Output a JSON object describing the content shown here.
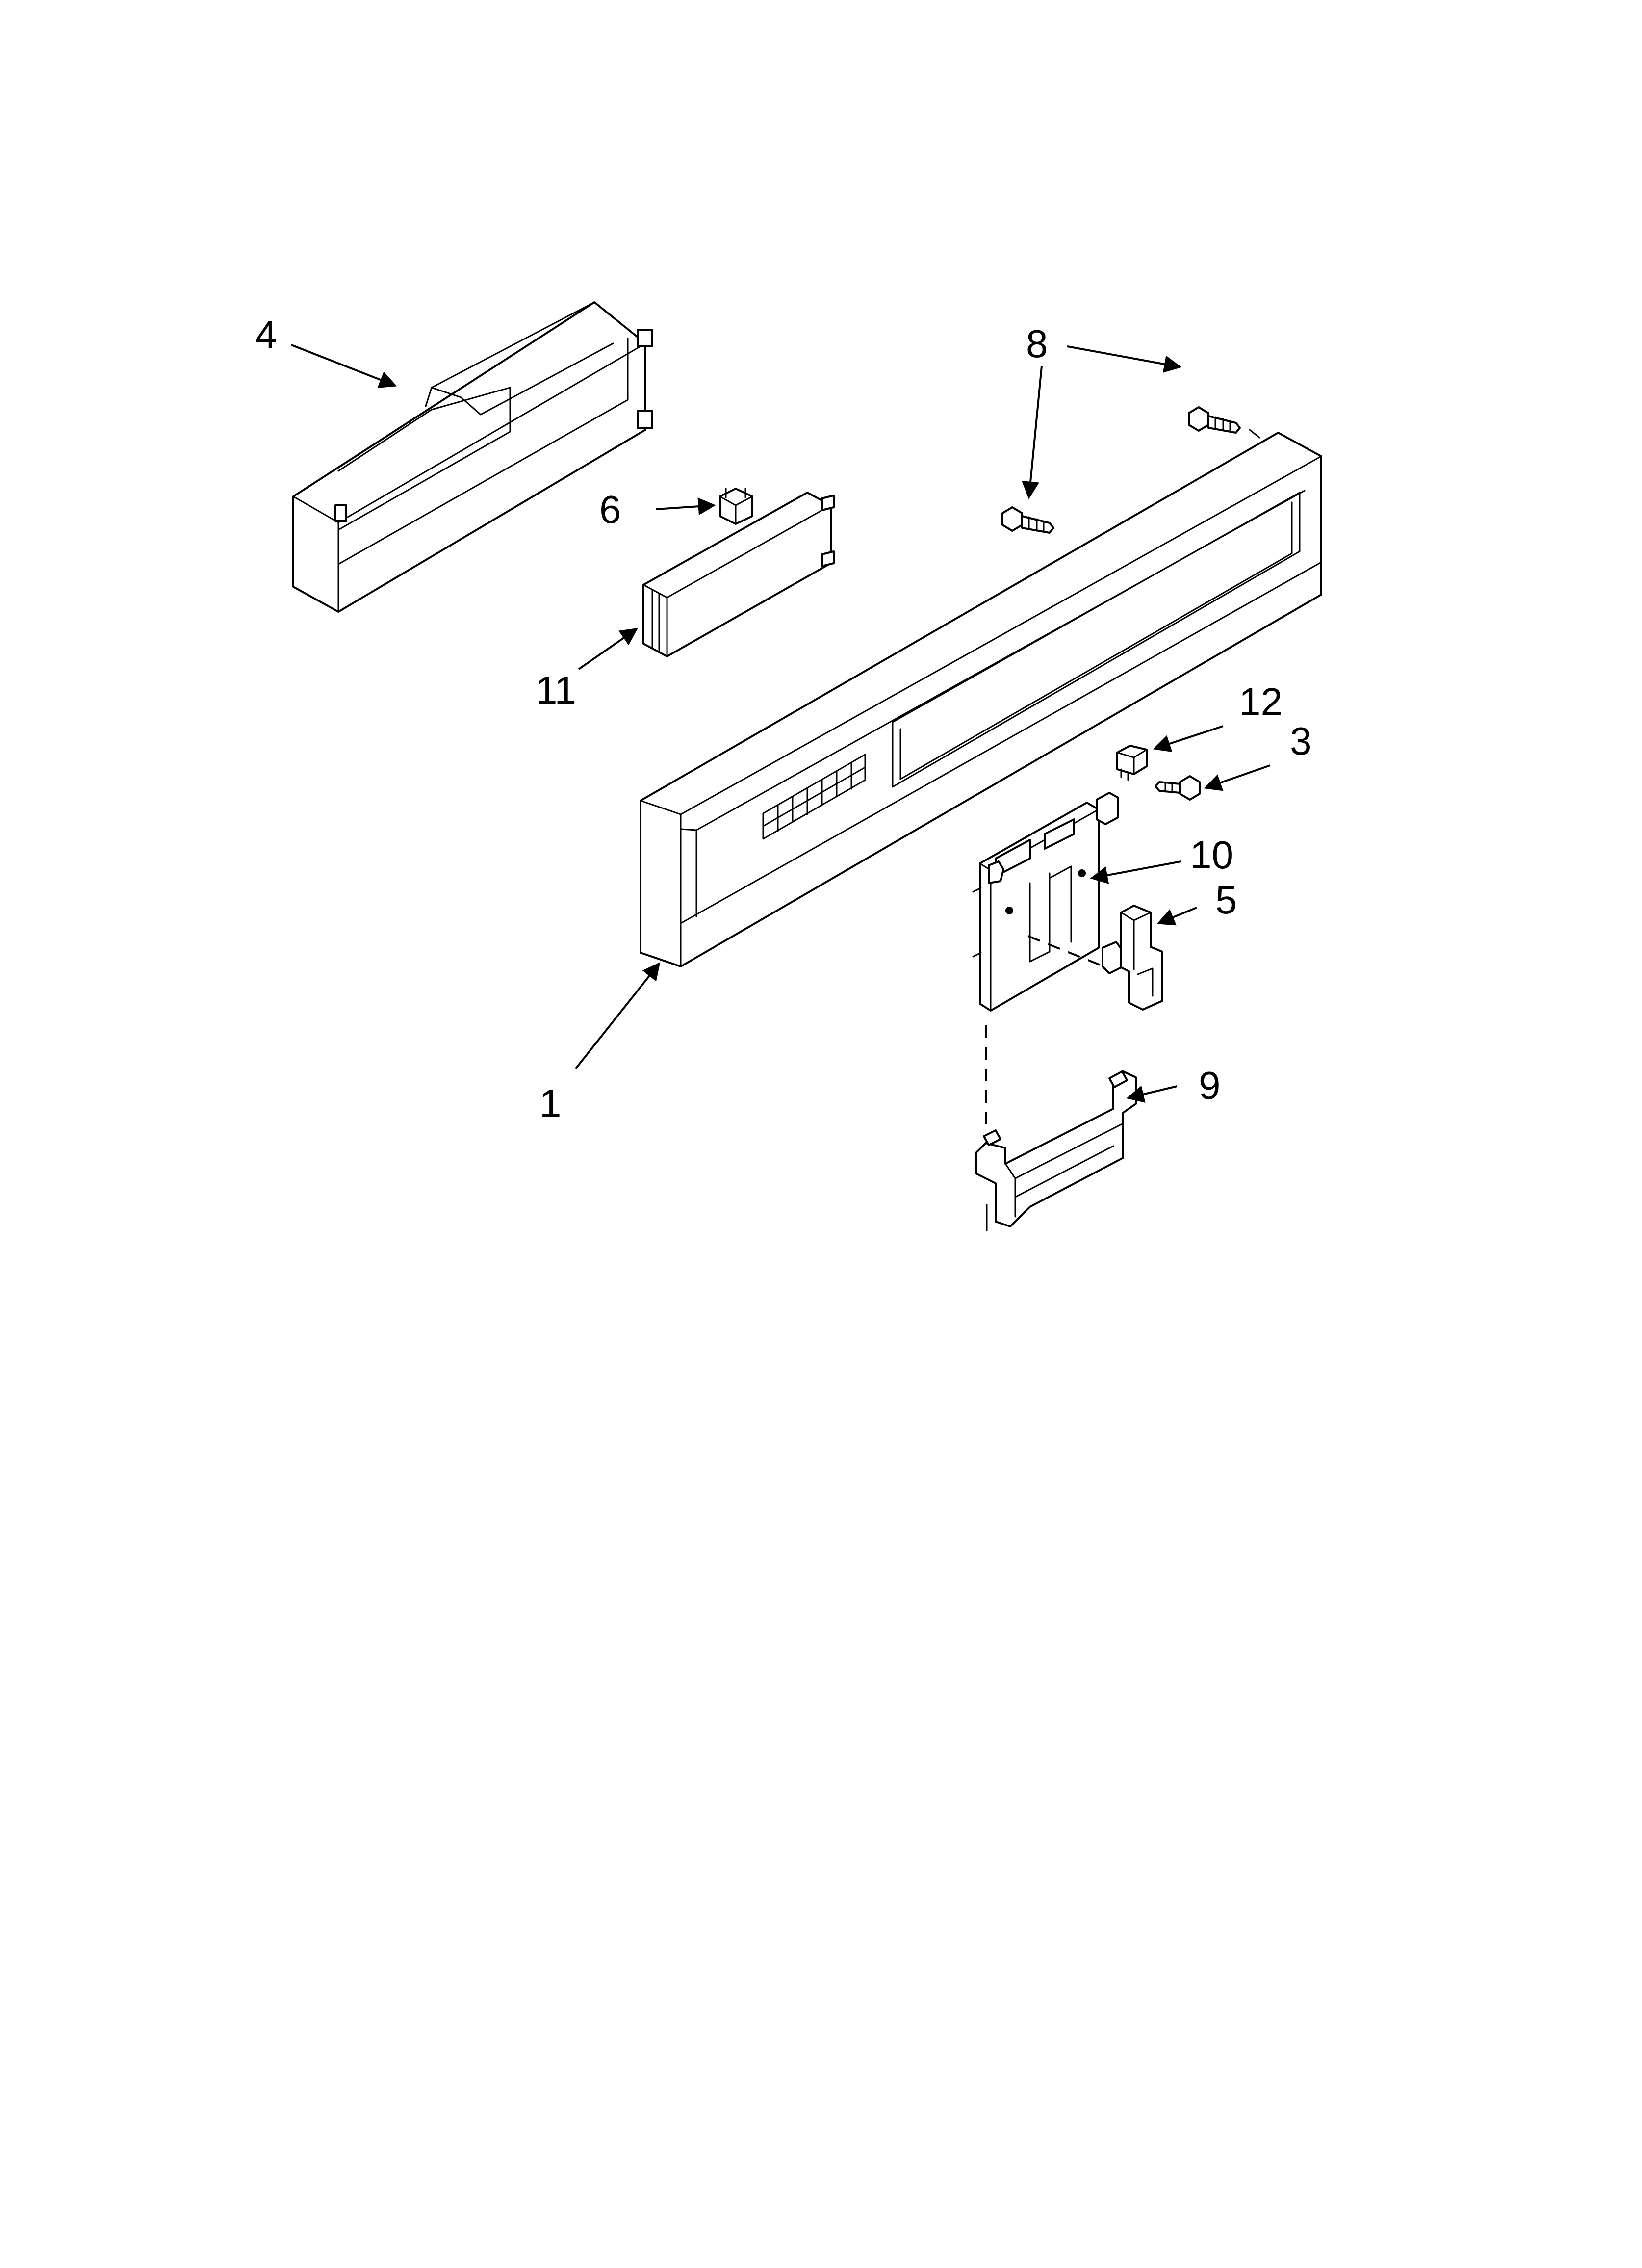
{
  "diagram": {
    "callouts": [
      {
        "id": "c4",
        "text": "4"
      },
      {
        "id": "c6",
        "text": "6"
      },
      {
        "id": "c11",
        "text": "11"
      },
      {
        "id": "c8",
        "text": "8"
      },
      {
        "id": "c12",
        "text": "12"
      },
      {
        "id": "c3",
        "text": "3"
      },
      {
        "id": "c10",
        "text": "10"
      },
      {
        "id": "c5",
        "text": "5"
      },
      {
        "id": "c1",
        "text": "1"
      },
      {
        "id": "c9",
        "text": "9"
      }
    ],
    "colors": {
      "line": "#000000",
      "background": "#ffffff"
    }
  }
}
